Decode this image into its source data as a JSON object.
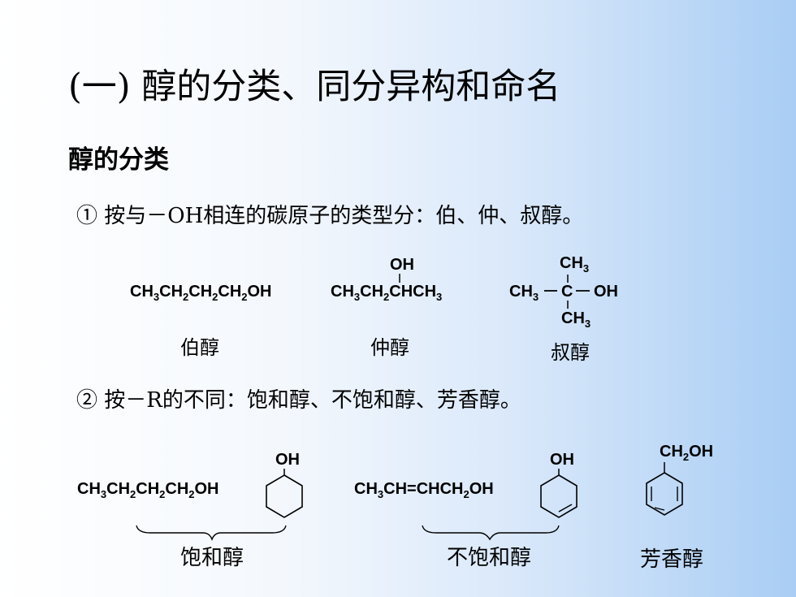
{
  "title": "(一) 醇的分类、同分异构和命名",
  "subtitle": "醇的分类",
  "point1": "① 按与－OH相连的碳原子的类型分：伯、仲、叔醇。",
  "point2": "② 按－R的不同：饱和醇、不饱和醇、芳香醇。",
  "row1": {
    "primary_label": "伯醇",
    "secondary_label": "仲醇",
    "tertiary_label": "叔醇"
  },
  "row2": {
    "saturated_label": "饱和醇",
    "unsaturated_label": "不饱和醇",
    "aromatic_label": "芳香醇"
  }
}
